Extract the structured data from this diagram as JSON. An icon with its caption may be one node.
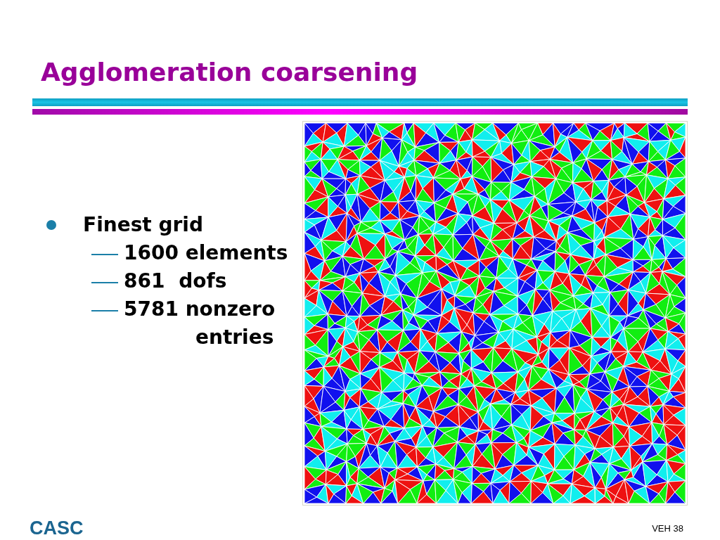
{
  "diagram": {
    "title": "Agglomeration coarsening",
    "labels": [
      "Finest grid",
      "1600 elements",
      "861 dofs",
      "5781 nonzero entries",
      "CASC",
      "VEH 38"
    ]
  }
}
